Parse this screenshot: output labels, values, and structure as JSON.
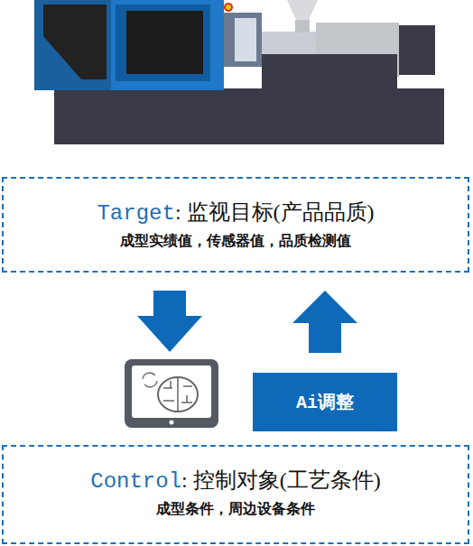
{
  "diagram": {
    "nodes": [
      {
        "text": [
          "Target",
          ": 监视目标(产品品质)",
          "成型实绩值，传感器值，品质检测值"
        ]
      },
      {
        "text": [
          "Ai调整"
        ]
      },
      {
        "text": [
          "Control",
          ": 控制对象(工艺条件)",
          "成型条件，周边设备条件"
        ]
      }
    ],
    "edges": [
      {
        "from": 1,
        "to": 0,
        "arrow": "to"
      }
    ]
  }
}
